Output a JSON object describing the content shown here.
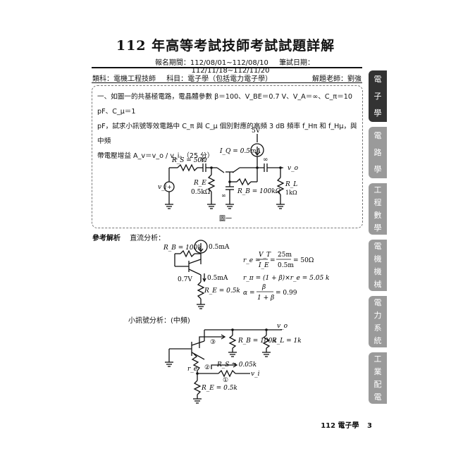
{
  "header": {
    "title": "112 年高等考試技師考試試題詳解",
    "registration": "報名期間：112/08/01~112/08/10",
    "exam_date": "筆試日期：112/11/18~112/11/20"
  },
  "meta": {
    "category": "類科：電機工程技師",
    "subject": "科目：電子學（包括電力電子學）",
    "teacher": "解題老師：劉強"
  },
  "question": {
    "line1": "一、如圖一的共基極電路，電晶體參數 β＝100、V_BE＝0.7 V、V_A＝∞、C_π＝10 pF、C_μ＝1",
    "line2": "pF，試求小訊號等效電路中 C_π 與 C_μ 個別對應的高頻 3 dB 頻率 f_Hπ 和 f_Hμ，與中頻",
    "line3": "帶電壓增益 A_v＝v_o / v_i。（25 分）",
    "figure_caption": "圖一"
  },
  "circuit1": {
    "vcc": "5V",
    "iq": "I_Q = 0.5mA",
    "rs": "R_S = 50Ω",
    "cap1": "∞",
    "cap2": "∞",
    "re": "R_E",
    "re_val": "0.5kΩ",
    "rb": "R_B = 100kΩ",
    "rl": "R_L",
    "rl_val": "1kΩ",
    "vi": "v_i",
    "vo": "v_o",
    "cap3": "∞"
  },
  "solution": {
    "label": "參考解析",
    "dc_title": "直流分析：",
    "ac_title": "小訊號分析：(中頻)"
  },
  "circuit2": {
    "rb": "R_B = 100k",
    "iq": "0.5mA",
    "vbe": "0.7V",
    "ie": "0.5mA",
    "re": "R_E = 0.5k"
  },
  "equations": {
    "re_lhs": "r_e =",
    "re_num1": "V_T",
    "re_den1": "I_E",
    "re_num2": "25m",
    "re_den2": "0.5m",
    "re_result": "= 50Ω",
    "rpi": "r_π = (1 + β)×r_e = 5.05 k",
    "alpha_lhs": "α =",
    "alpha_num": "β",
    "alpha_den": "1 + β",
    "alpha_result": "= 0.99"
  },
  "circuit3": {
    "vo": "v_o",
    "rb": "R_B = 100k",
    "rl": "R_L = 1k",
    "re_small": "r_e",
    "rs": "R_S = 0.05k",
    "vi": "v_i",
    "re": "R_E = 0.5k",
    "mark1": "①",
    "mark2": "②",
    "mark3": "③"
  },
  "side_tabs": [
    {
      "label": "電子學",
      "active": true
    },
    {
      "label": "電路學",
      "active": false
    },
    {
      "label": "工程數學",
      "active": false
    },
    {
      "label": "電機機械",
      "active": false
    },
    {
      "label": "電力系統",
      "active": false
    },
    {
      "label": "工業配電",
      "active": false
    }
  ],
  "footer": {
    "section": "112 電子學",
    "page": "3"
  }
}
